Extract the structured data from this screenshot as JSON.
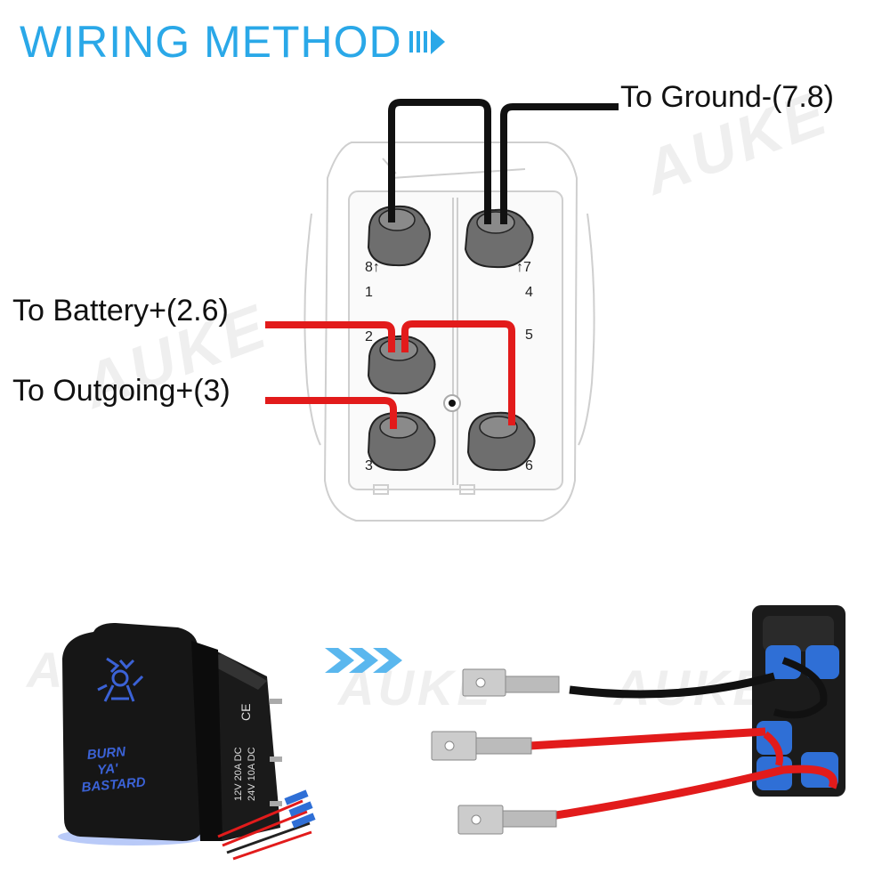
{
  "title": "WIRING METHOD",
  "labels": {
    "ground": "To Ground-(7.8)",
    "battery": "To Battery+(2.6)",
    "outgoing": "To Outgoing+(3)"
  },
  "pins": {
    "p8": "8↑",
    "p7": "↑7",
    "p1": "1",
    "p4": "4",
    "p2": "2",
    "p5": "5",
    "p3": "3",
    "p6": "6"
  },
  "switch_face": {
    "line1": "BURN",
    "line2": "YA'",
    "line3": "BASTARD"
  },
  "switch_specs": {
    "row1": "12V 20A DC",
    "row2": "24V 10A DC",
    "mark": "CE"
  },
  "watermark": "AUKE",
  "colors": {
    "title": "#2aa8e8",
    "ground_wire": "#111111",
    "positive_wire": "#e21b1b",
    "terminal": "#6e6e6e",
    "connector": "#2f6fd6",
    "switch_glow": "#3b62d6"
  }
}
